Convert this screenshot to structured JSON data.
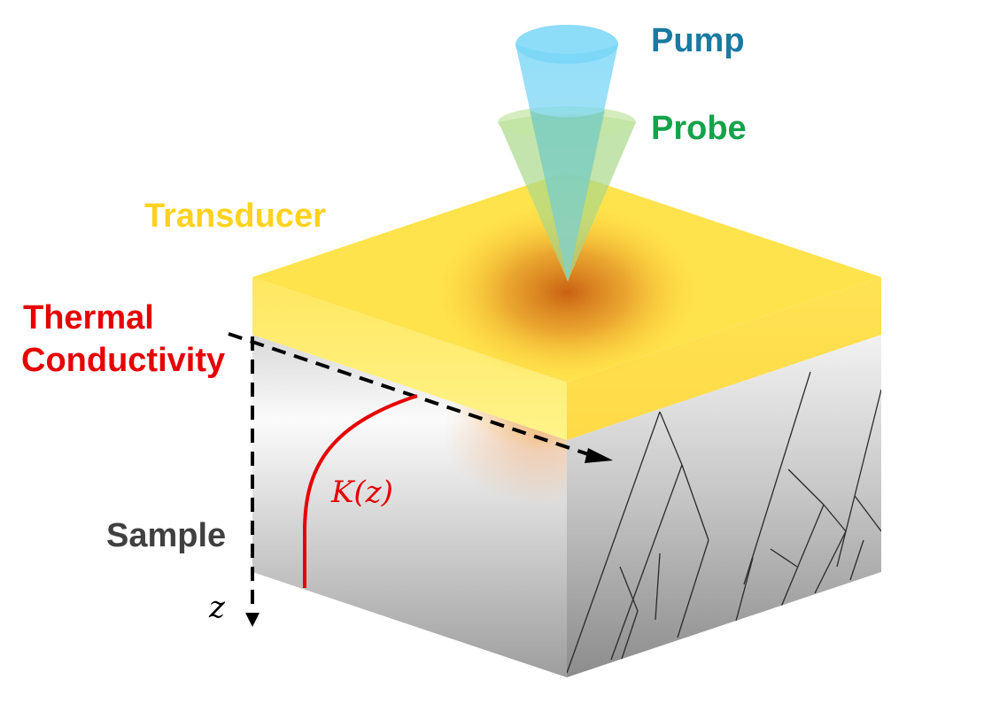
{
  "labels": {
    "pump": "Pump",
    "probe": "Probe",
    "transducer": "Transducer",
    "thermal_line1": "Thermal",
    "thermal_line2": "Conductivity",
    "sample": "Sample",
    "z_axis": "z",
    "k_of_z": "K(z)"
  },
  "colors": {
    "pump": "#1a7aa0",
    "probe": "#13a34a",
    "transducer": "#ffd21f",
    "thermal": "#e60000",
    "sample": "#404040",
    "pump_beam": "#79d6f7",
    "probe_beam": "#b6e08a",
    "heat_spot": "#c65a0f"
  }
}
